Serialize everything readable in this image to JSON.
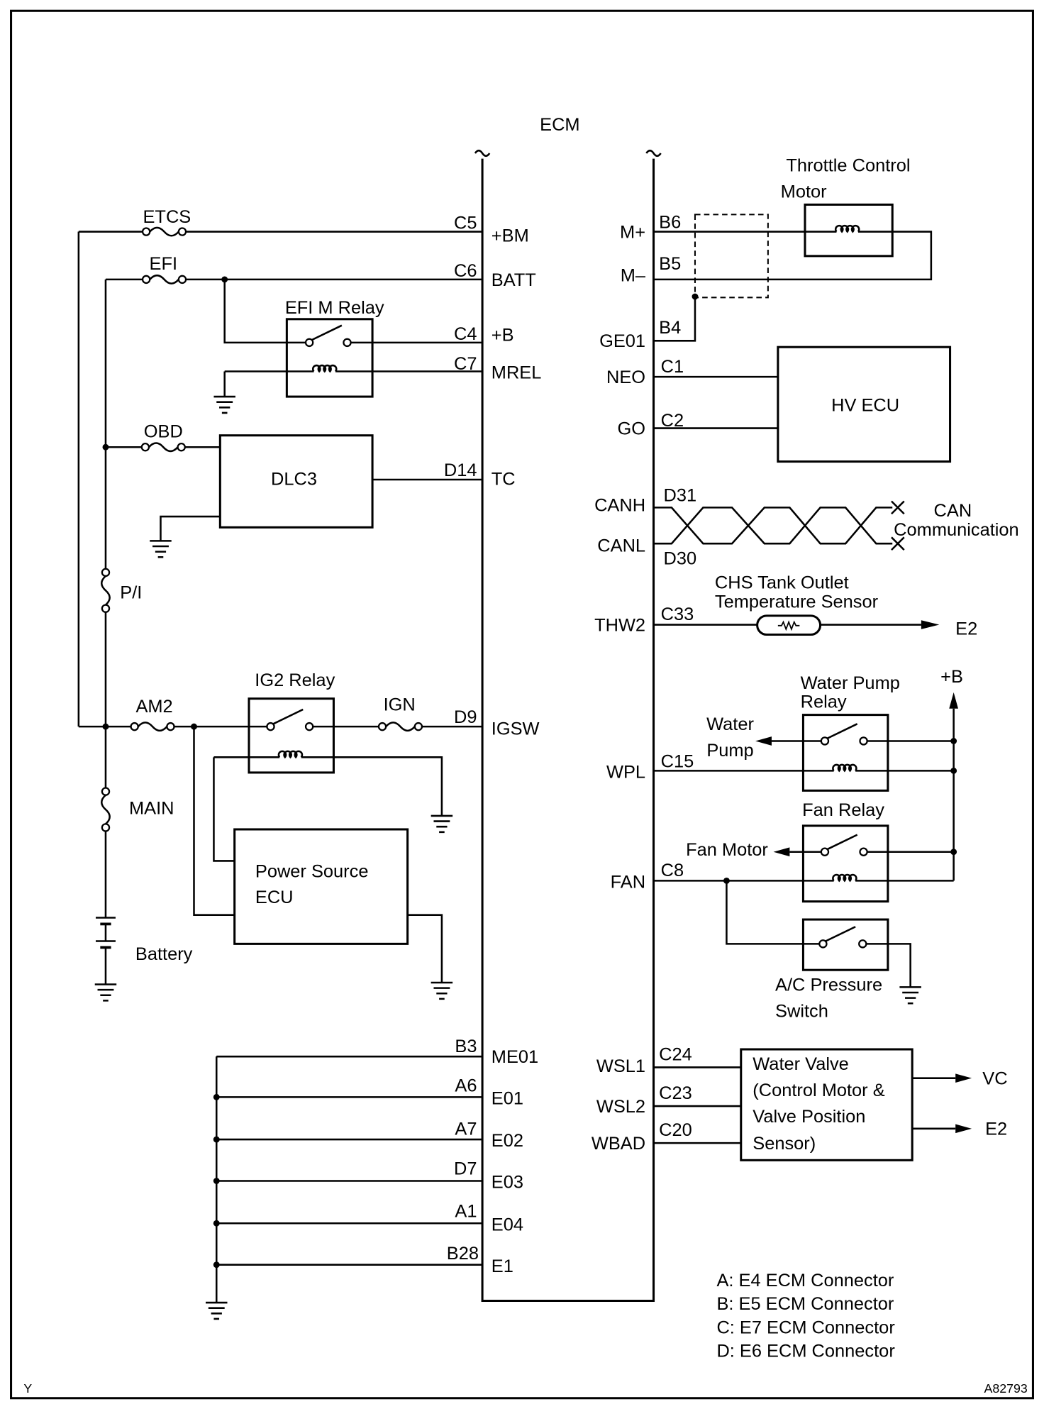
{
  "ecm_label": "ECM",
  "left_pins": [
    {
      "name": "+BM",
      "pin": "C5"
    },
    {
      "name": "BATT",
      "pin": "C6"
    },
    {
      "name": "+B",
      "pin": "C4"
    },
    {
      "name": "MREL",
      "pin": "C7"
    },
    {
      "name": "TC",
      "pin": "D14"
    },
    {
      "name": "IGSW",
      "pin": "D9"
    },
    {
      "name": "ME01",
      "pin": "B3"
    },
    {
      "name": "E01",
      "pin": "A6"
    },
    {
      "name": "E02",
      "pin": "A7"
    },
    {
      "name": "E03",
      "pin": "D7"
    },
    {
      "name": "E04",
      "pin": "A1"
    },
    {
      "name": "E1",
      "pin": "B28"
    }
  ],
  "right_pins": [
    {
      "name": "M+",
      "pin": "B6"
    },
    {
      "name": "M–",
      "pin": "B5"
    },
    {
      "name": "GE01",
      "pin": "B4"
    },
    {
      "name": "NEO",
      "pin": "C1"
    },
    {
      "name": "GO",
      "pin": "C2"
    },
    {
      "name": "CANH",
      "pin": "D31"
    },
    {
      "name": "CANL",
      "pin": "D30"
    },
    {
      "name": "THW2",
      "pin": "C33"
    },
    {
      "name": "WPL",
      "pin": "C15"
    },
    {
      "name": "FAN",
      "pin": "C8"
    },
    {
      "name": "WSL1",
      "pin": "C24"
    },
    {
      "name": "WSL2",
      "pin": "C23"
    },
    {
      "name": "WBAD",
      "pin": "C20"
    }
  ],
  "fuses": {
    "etcs": "ETCS",
    "efi": "EFI",
    "obd": "OBD",
    "pi": "P/I",
    "am2": "AM2",
    "ign": "IGN",
    "main": "MAIN"
  },
  "components": {
    "efi_m_relay": "EFI M Relay",
    "dlc3": "DLC3",
    "ig2_relay": "IG2 Relay",
    "power_source_ecu": [
      "Power Source",
      "ECU"
    ],
    "battery": "Battery",
    "throttle_control_motor": [
      "Throttle Control",
      "Motor"
    ],
    "hv_ecu": "HV ECU",
    "can_communication": [
      "CAN",
      "Communication"
    ],
    "chs_sensor": [
      "CHS Tank Outlet",
      "Temperature Sensor"
    ],
    "chs_sensor_output": "E2",
    "water_pump_relay": [
      "Water Pump",
      "Relay"
    ],
    "plus_b_supply": "+B",
    "water_pump": [
      "Water",
      "Pump"
    ],
    "fan_relay": "Fan Relay",
    "fan_motor": "Fan Motor",
    "ac_pressure_switch": [
      "A/C Pressure",
      "Switch"
    ],
    "water_valve": [
      "Water Valve",
      "(Control Motor &",
      "Valve Position",
      "Sensor)"
    ],
    "water_valve_outputs": [
      "VC",
      "E2"
    ]
  },
  "legend": [
    "A: E4 ECM Connector",
    "B: E5 ECM Connector",
    "C: E7 ECM Connector",
    "D: E6 ECM Connector"
  ],
  "footer": {
    "left": "Y",
    "right": "A82793"
  }
}
